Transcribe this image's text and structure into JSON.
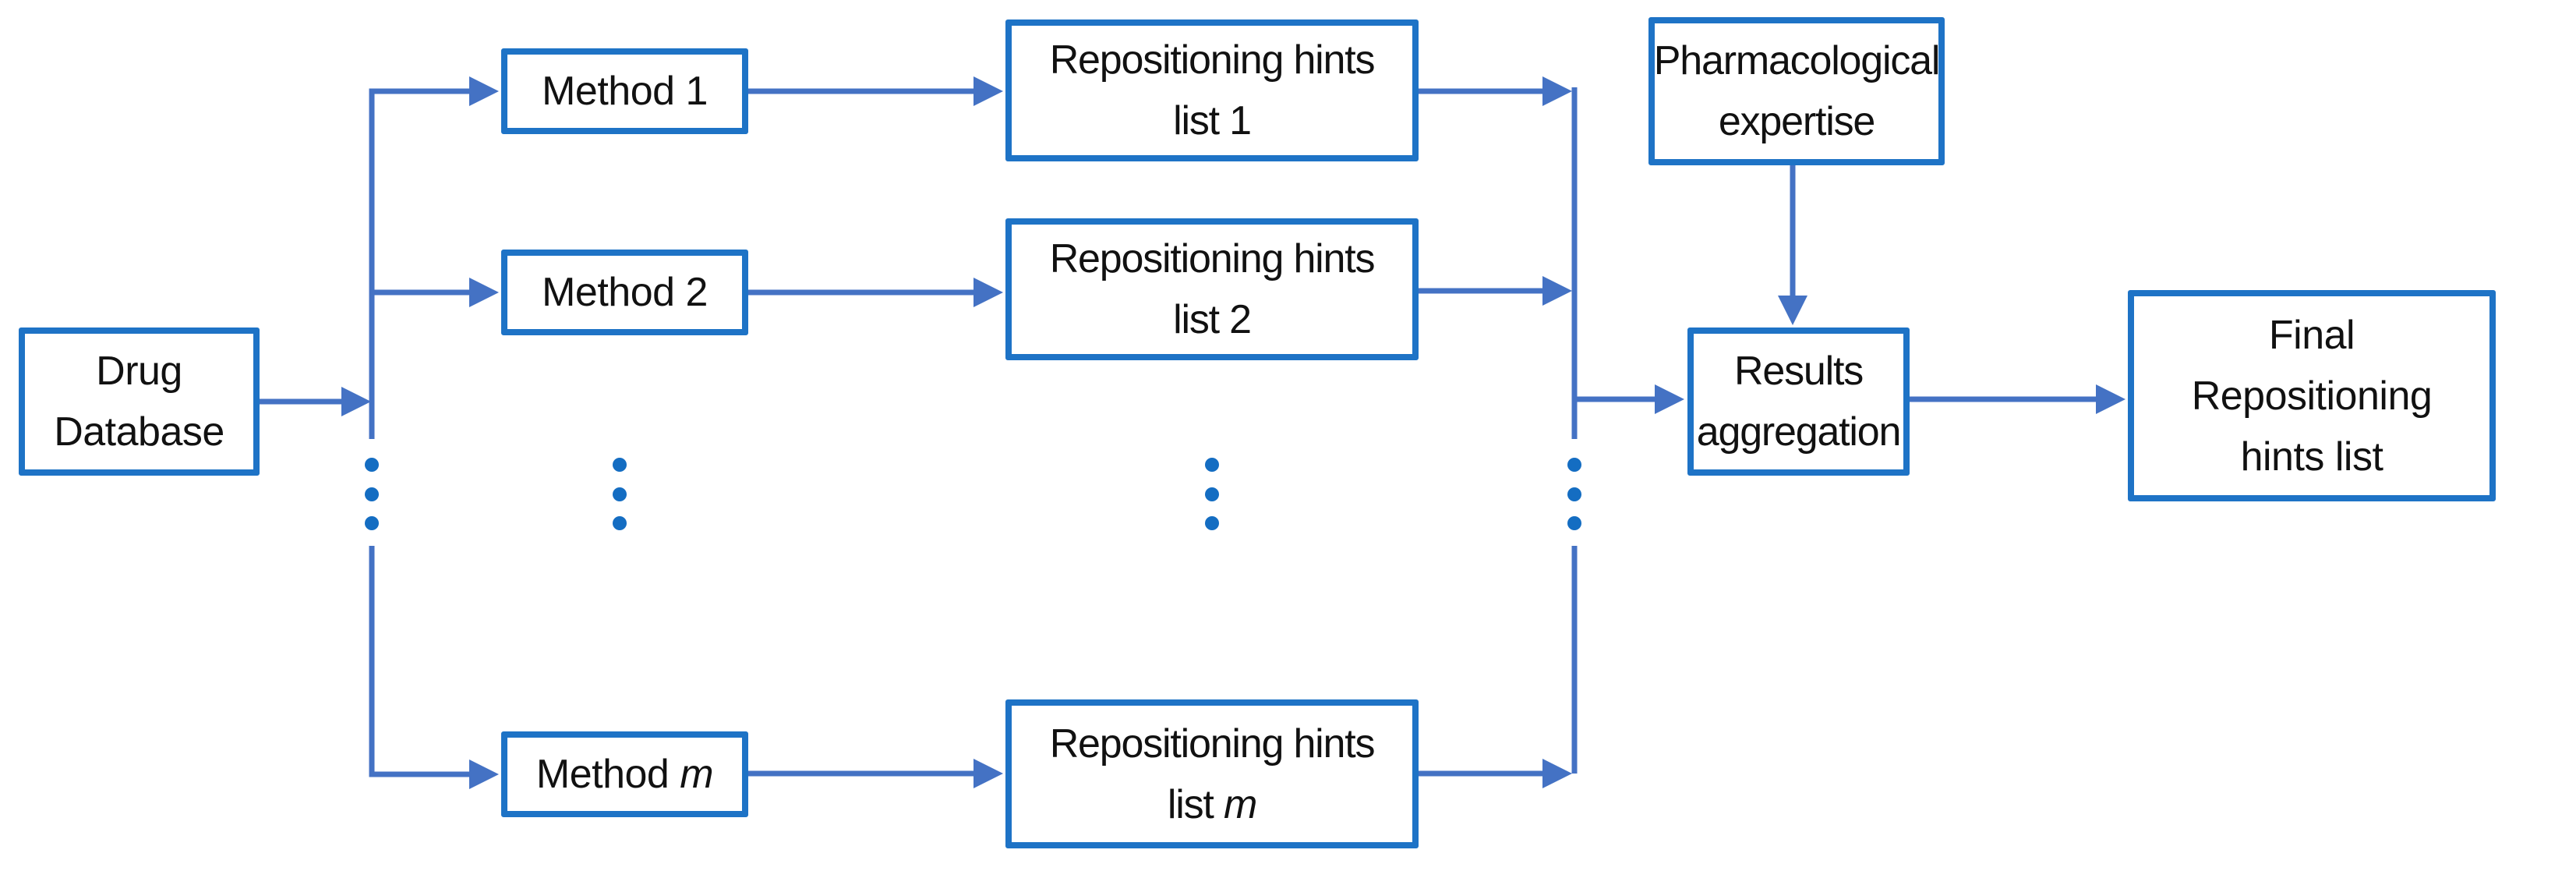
{
  "diagram": {
    "type": "flowchart",
    "nodes": {
      "drug_database": {
        "lines": [
          "Drug",
          "Database"
        ]
      },
      "method_1": {
        "lines": [
          "Method 1"
        ]
      },
      "method_2": {
        "lines": [
          "Method 2"
        ]
      },
      "method_m": {
        "prefix": "Method ",
        "emph": "m"
      },
      "list_1": {
        "lines": [
          "Repositioning hints",
          "list 1"
        ]
      },
      "list_2": {
        "lines": [
          "Repositioning hints",
          "list 2"
        ]
      },
      "list_m": {
        "line1": "Repositioning hints",
        "line2_prefix": "list ",
        "line2_emph": "m"
      },
      "pharmacological_expertise": {
        "lines": [
          "Pharmacological",
          "expertise"
        ]
      },
      "results_aggregation": {
        "lines": [
          "Results",
          "aggregation"
        ]
      },
      "final_list": {
        "lines": [
          "Final",
          "Repositioning",
          "hints list"
        ]
      }
    },
    "connectors": [
      {
        "from": "drug_database",
        "to": "method_1"
      },
      {
        "from": "drug_database",
        "to": "method_2"
      },
      {
        "from": "drug_database",
        "to": "method_m"
      },
      {
        "from": "method_1",
        "to": "list_1"
      },
      {
        "from": "method_2",
        "to": "list_2"
      },
      {
        "from": "method_m",
        "to": "list_m"
      },
      {
        "from": "list_1",
        "to": "results_aggregation"
      },
      {
        "from": "list_2",
        "to": "results_aggregation"
      },
      {
        "from": "list_m",
        "to": "results_aggregation"
      },
      {
        "from": "pharmacological_expertise",
        "to": "results_aggregation"
      },
      {
        "from": "results_aggregation",
        "to": "final_list"
      }
    ],
    "ellipsis": {
      "symbol": "⋮",
      "columns": 4
    }
  },
  "colors": {
    "border": "#1e73c6",
    "wire": "#4472c4",
    "dot": "#146dc2",
    "text": "#111111",
    "bg": "#ffffff"
  }
}
